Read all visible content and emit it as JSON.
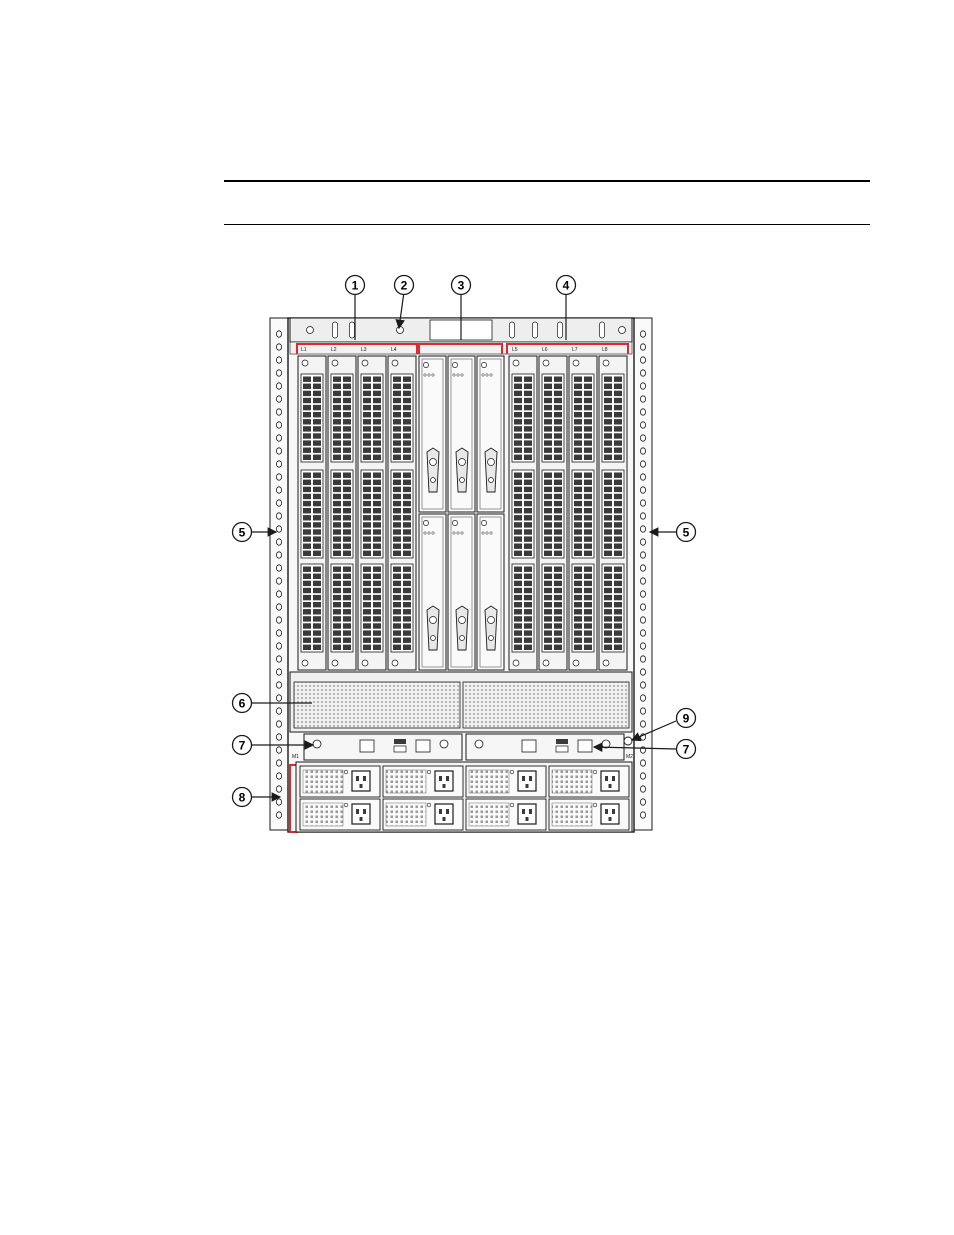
{
  "figure": {
    "callouts": [
      "1",
      "2",
      "3",
      "4",
      "5",
      "5",
      "6",
      "7",
      "7",
      "8",
      "9"
    ],
    "line_card_slots": [
      "L1",
      "L2",
      "L3",
      "L4",
      "L5",
      "L6",
      "L7",
      "L8"
    ],
    "management_slots": [
      "M1",
      "M2"
    ],
    "colors": {
      "line": "#1a1a1a",
      "panel": "#f4f4f4",
      "highlight": "#e0282e",
      "port": "#3a3a3a",
      "vent": "#9a9a9a"
    }
  }
}
